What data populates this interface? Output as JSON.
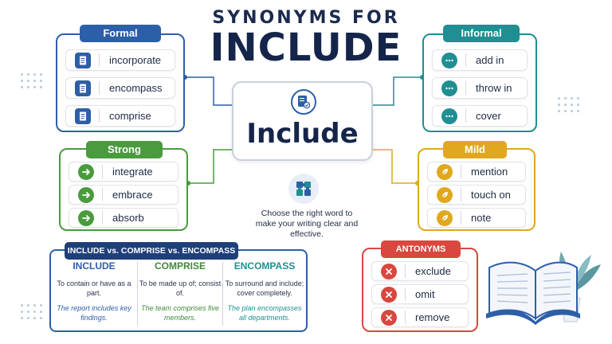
{
  "title": {
    "top": "SYNONYMS FOR",
    "main": "INCLUDE"
  },
  "center": {
    "word": "Include",
    "icon": "document-check-icon"
  },
  "tip": {
    "icon": "puzzle-icon",
    "text": "Choose the right word to make your writing clear and effective."
  },
  "formal": {
    "label": "Formal",
    "color": "#2d5fa8",
    "icon": "document-icon",
    "items": [
      "incorporate",
      "encompass",
      "comprise"
    ]
  },
  "informal": {
    "label": "Informal",
    "color": "#1f8f93",
    "icon": "chat-bubble-icon",
    "items": [
      "add in",
      "throw in",
      "cover"
    ]
  },
  "strong": {
    "label": "Strong",
    "color": "#4a9a3e",
    "icon": "arrow-right-icon",
    "items": [
      "integrate",
      "embrace",
      "absorb"
    ]
  },
  "mild": {
    "label": "Mild",
    "color": "#e0a81e",
    "icon": "leaf-icon",
    "items": [
      "mention",
      "touch on",
      "note"
    ]
  },
  "antonyms": {
    "label": "ANTONYMS",
    "color": "#d9473f",
    "icon": "x-icon",
    "items": [
      "exclude",
      "omit",
      "remove"
    ]
  },
  "comparison": {
    "label": "INCLUDE vs. COMPRISE vs. ENCOMPASS",
    "columns": [
      {
        "heading": "INCLUDE",
        "color": "#2d5fa8",
        "definition": "To contain or have as a part.",
        "example": "The report includes key findings."
      },
      {
        "heading": "COMPRISE",
        "color": "#3e8a3a",
        "definition": "To be made up of; consist of.",
        "example": "The team comprises five members."
      },
      {
        "heading": "ENCOMPASS",
        "color": "#1f8f93",
        "definition": "To surround and include; cover completely.",
        "example": "The plan encompasses all departments."
      }
    ]
  },
  "decor": {
    "book": "open-book-illustration",
    "plant": "potted-plant-illustration"
  }
}
